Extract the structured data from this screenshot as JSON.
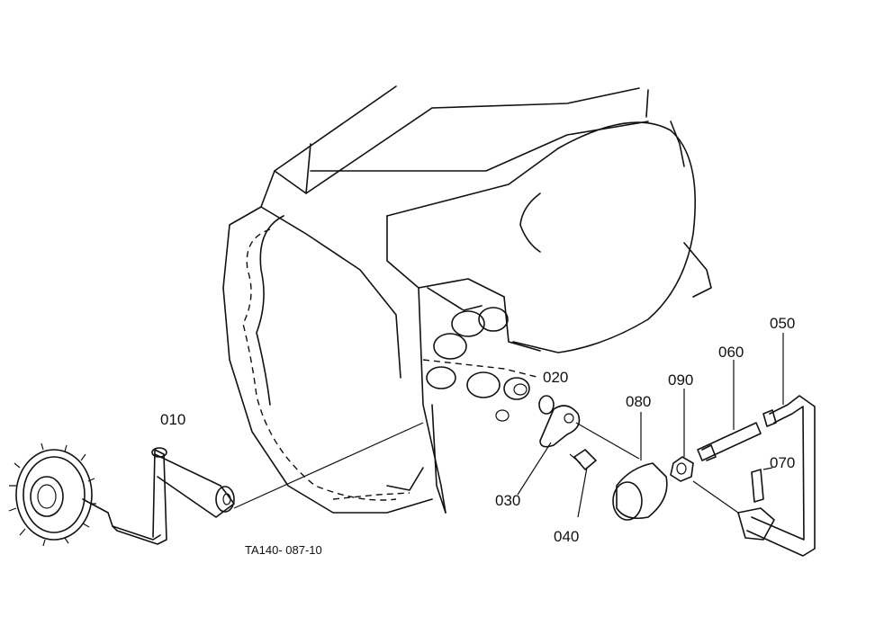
{
  "parts": [
    {
      "id": "010",
      "label": "010"
    },
    {
      "id": "020",
      "label": "020"
    },
    {
      "id": "030",
      "label": "030"
    },
    {
      "id": "040",
      "label": "040"
    },
    {
      "id": "050",
      "label": "050"
    },
    {
      "id": "060",
      "label": "060"
    },
    {
      "id": "070",
      "label": "070"
    },
    {
      "id": "080",
      "label": "080"
    },
    {
      "id": "090",
      "label": "090"
    }
  ],
  "reference_code": "TA140- 087-10"
}
